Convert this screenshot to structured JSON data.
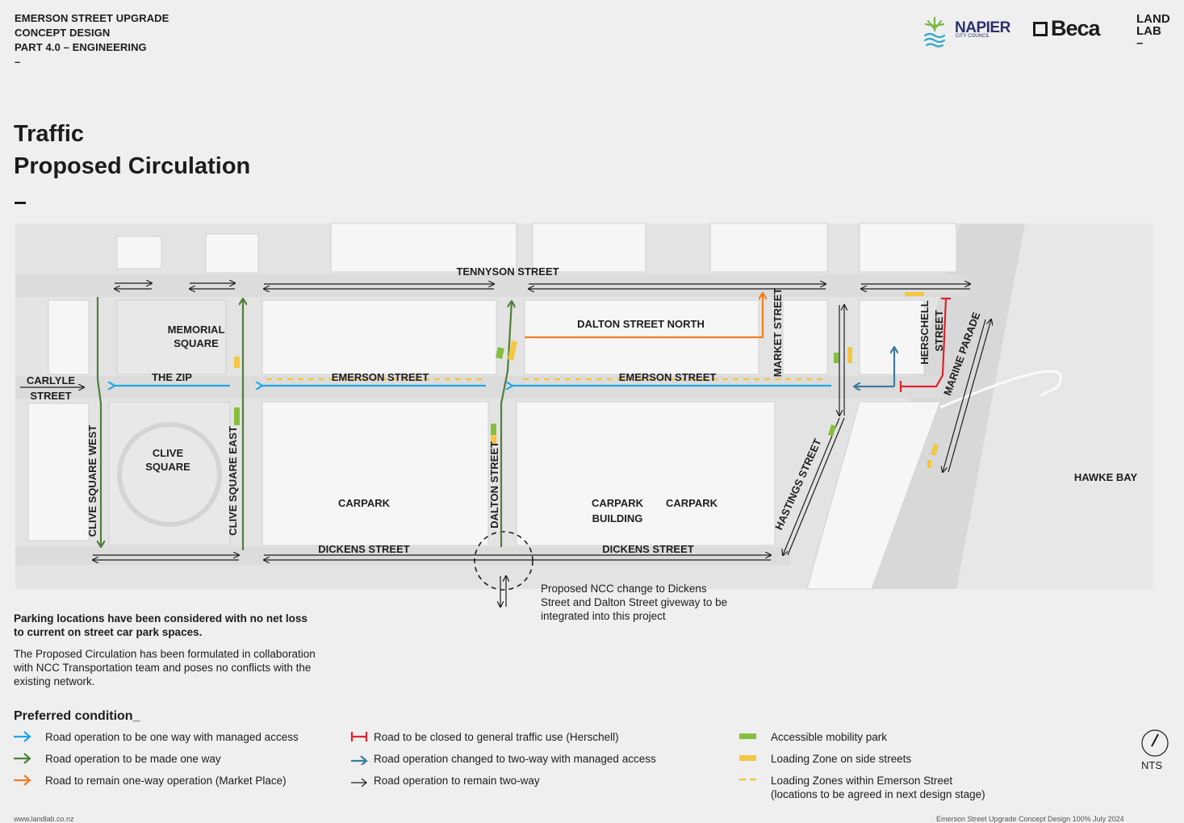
{
  "header": {
    "line1": "EMERSON STREET UPGRADE",
    "line2": "CONCEPT DESIGN",
    "line3": "PART 4.0 – ENGINEERING",
    "dash": "–"
  },
  "title": {
    "line1": "Traffic",
    "line2": "Proposed Circulation"
  },
  "logos": {
    "napier": "NAPIER",
    "napier_sub": "CITY COUNCIL",
    "beca": "Beca",
    "land_lab_1": "LAND",
    "land_lab_2": "LAB",
    "land_lab_dash": "–"
  },
  "map": {
    "labels": {
      "tennyson": "TENNYSON STREET",
      "dalton_north": "DALTON STREET NORTH",
      "memorial_1": "MEMORIAL",
      "memorial_2": "SQUARE",
      "carlyle_1": "CARLYLE",
      "carlyle_2": "STREET",
      "the_zip": "THE ZIP",
      "emerson_1": "EMERSON STREET",
      "emerson_2": "EMERSON STREET",
      "clive_1": "CLIVE",
      "clive_2": "SQUARE",
      "clive_west": "CLIVE SQUARE WEST",
      "clive_east": "CLIVE SQUARE EAST",
      "dalton": "DALTON STREET",
      "market": "MARKET STREET",
      "herschell_1": "HERSCHELL",
      "herschell_2": "STREET",
      "marine": "MARINE PARADE",
      "hastings": "HASTINGS STREET",
      "carpark_1": "CARPARK",
      "carpark_building_1": "CARPARK",
      "carpark_building_2": "BUILDING",
      "carpark_2": "CARPARK",
      "dickens_1": "DICKENS STREET",
      "dickens_2": "DICKENS STREET",
      "hawke_bay": "HAWKE BAY"
    },
    "annotation": "Proposed NCC change to Dickens Street and Dalton Street giveway to be integrated into this project"
  },
  "notes": {
    "bold": "Parking locations have been considered with no net loss to current on street car park spaces.",
    "normal": "The Proposed Circulation has been formulated in collaboration with NCC Transportation team and poses no conflicts with the existing network."
  },
  "legend": {
    "title": "Preferred condition_",
    "items": [
      {
        "label": "Road operation to be one way with managed access"
      },
      {
        "label": "Road operation to be made one way"
      },
      {
        "label": "Road to remain one-way operation (Market Place)"
      },
      {
        "label": "Road to be closed to general traffic use (Herschell)"
      },
      {
        "label": "Road operation changed to two-way with managed access"
      },
      {
        "label": "Road operation to remain two-way"
      },
      {
        "label": "Accessible mobility park"
      },
      {
        "label": "Loading Zone on side streets"
      },
      {
        "label": "Loading Zones within Emerson Street\n(locations to be agreed in next design stage)"
      }
    ]
  },
  "colors": {
    "blue": "#1ea7e6",
    "green": "#4f7f3a",
    "orange": "#f07e26",
    "red": "#e0222b",
    "steel": "#3f7a9c",
    "black": "#1c1c1c",
    "mobility": "#86bf3e",
    "loading": "#f3c742"
  },
  "nts": "NTS",
  "footer": {
    "left": "www.landlab.co.nz",
    "right": "Emerson Street Upgrade   Concept Design 100%   July 2024"
  }
}
